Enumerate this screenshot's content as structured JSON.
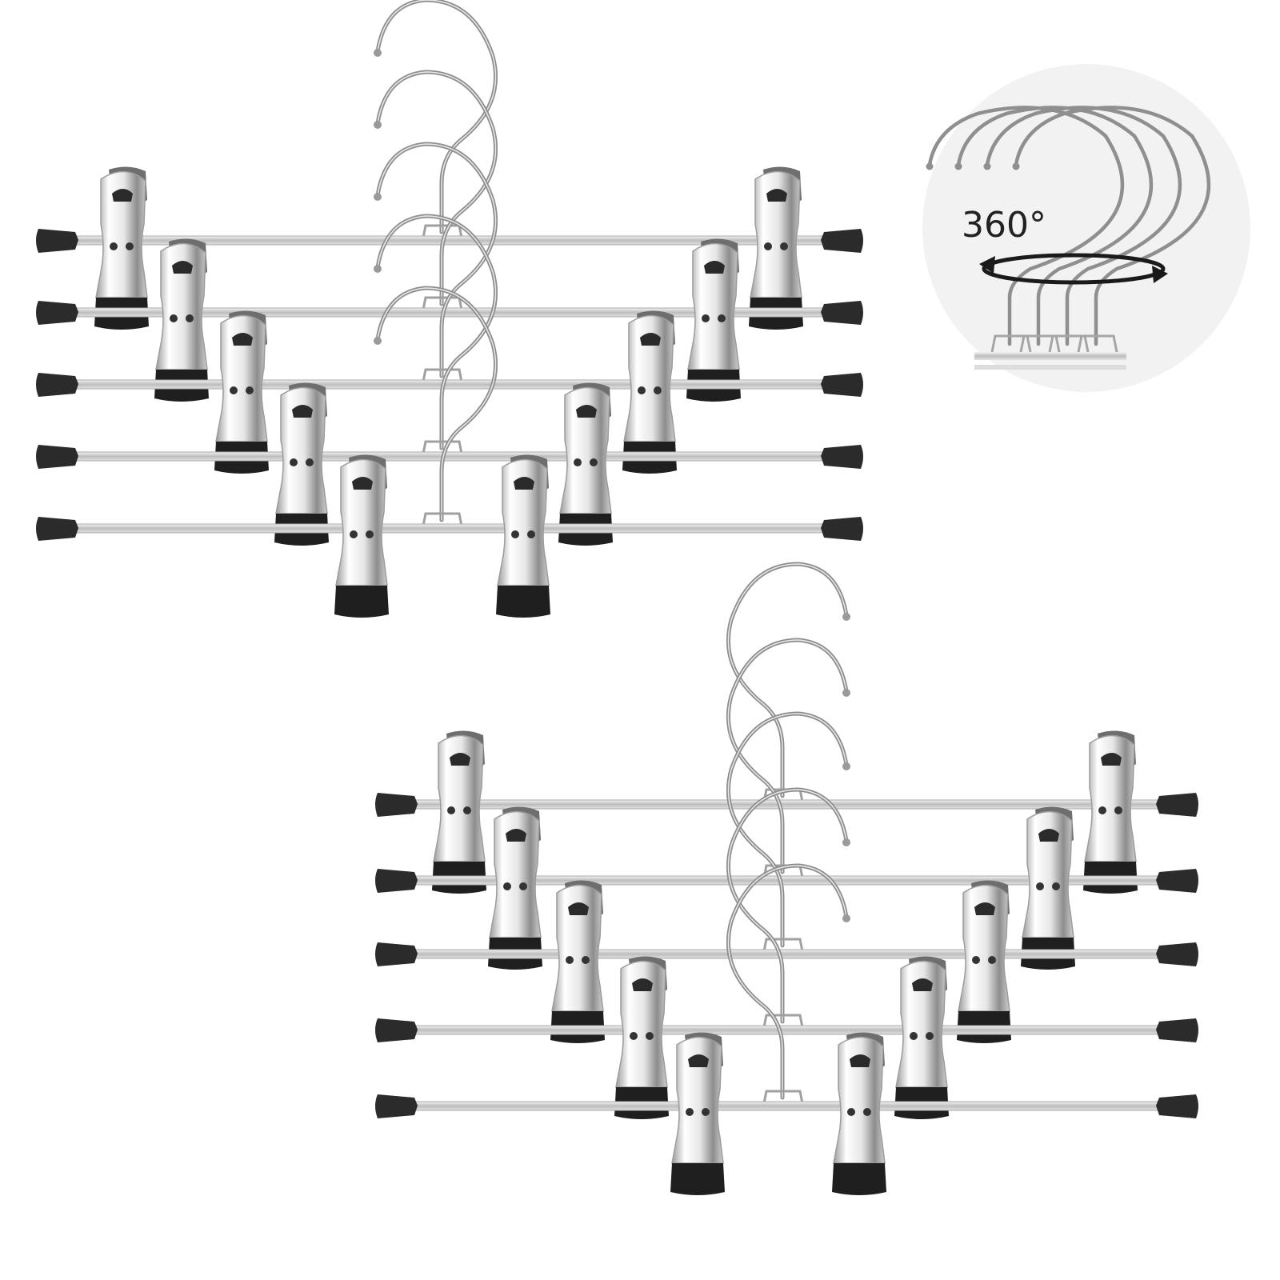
{
  "product": {
    "groups": [
      {
        "name": "upper-hanger-stack",
        "hanger_count": 5,
        "clips_per_hanger": 2
      },
      {
        "name": "lower-hanger-stack",
        "hanger_count": 5,
        "clips_per_hanger": 2
      }
    ]
  },
  "callout": {
    "rotation_label": "360°",
    "hook_count": 4,
    "icon": "rotate-arrow-icon"
  },
  "colors": {
    "background": "#ffffff",
    "chrome": "#d8d8d8",
    "chrome_dark": "#8a8a8a",
    "rubber": "#222222",
    "callout_bg": "#f2f2f2"
  }
}
